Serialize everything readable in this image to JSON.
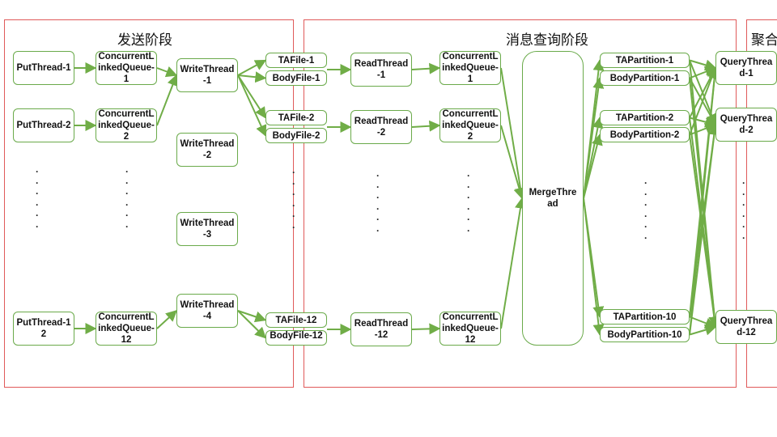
{
  "phases": {
    "send": "发送阶段",
    "query": "消息查询阶段",
    "aggregate": "聚合"
  },
  "put_threads": [
    "PutThread-1",
    "PutThread-2",
    "PutThread-12"
  ],
  "send_queues": [
    "ConcurrentLinkedQueue-1",
    "ConcurrentLinkedQueue-2",
    "ConcurrentLinkedQueue-12"
  ],
  "write_threads": [
    "WriteThread-1",
    "WriteThread-2",
    "WriteThread-3",
    "WriteThread-4"
  ],
  "files": [
    "TAFile-1",
    "BodyFile-1",
    "TAFile-2",
    "BodyFile-2",
    "TAFile-12",
    "BodyFile-12"
  ],
  "read_threads": [
    "ReadThread-1",
    "ReadThread-2",
    "ReadThread-12"
  ],
  "read_queues": [
    "ConcurrentLinkedQueue-1",
    "ConcurrentLinkedQueue-2",
    "ConcurrentLinkedQueue-12"
  ],
  "merge_thread": "MergeThread",
  "partitions": [
    "TAPartition-1",
    "BodyPartition-1",
    "TAPartition-2",
    "BodyPartition-2",
    "TAPartition-10",
    "BodyPartition-10"
  ],
  "query_threads": [
    "QueryThread-1",
    "QueryThread-2",
    "QueryThread-12"
  ],
  "ellipsis": "·",
  "colors": {
    "arrow": "#70ad47",
    "node_border": "#6aaa4a",
    "phase_border": "#e05a5a"
  }
}
